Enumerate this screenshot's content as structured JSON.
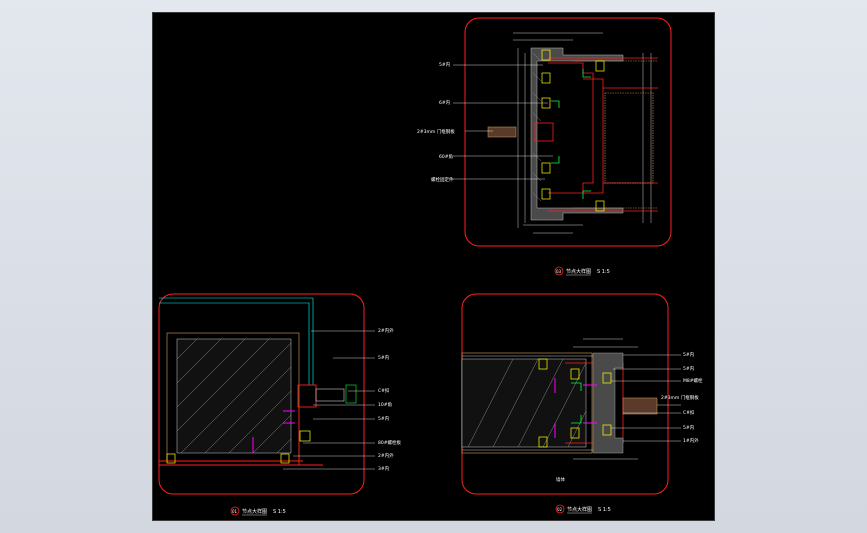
{
  "drawing": {
    "background": "#000000",
    "frame_color": "#ff2020",
    "detail_top": {
      "labels": [
        "5#内",
        "6#内",
        "2#3mm 门框钢板",
        "60#角",
        "螺栓固定件"
      ],
      "caption_no": "03",
      "caption_title": "节点大样图",
      "caption_scale": "S 1:5"
    },
    "detail_left": {
      "labels": [
        "2#内外",
        "5#内",
        "C#扣",
        "10#角",
        "5#内",
        "80#螺栓板",
        "2#内外",
        "3#内"
      ],
      "caption_no": "01",
      "caption_title": "节点大样图",
      "caption_scale": "S 1:5"
    },
    "detail_right": {
      "labels": [
        "5#内",
        "5#内",
        "M8#螺栓",
        "2#3mm 门框钢板",
        "C#扣",
        "5#内",
        "1#内外"
      ],
      "bottom_note": "墙体",
      "caption_no": "02",
      "caption_title": "节点大样图",
      "caption_scale": "S 1:5"
    }
  }
}
